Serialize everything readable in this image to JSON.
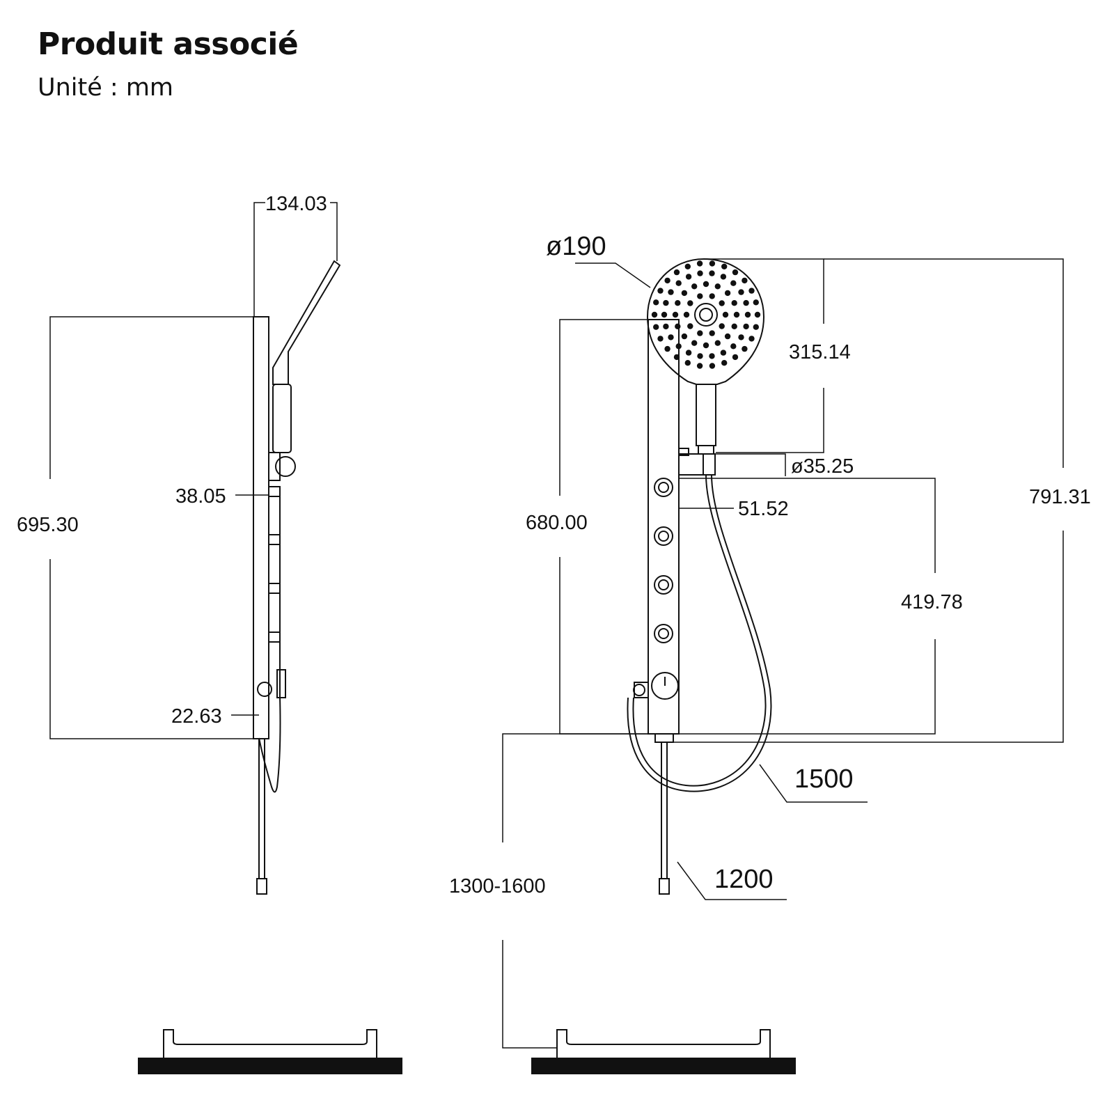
{
  "title": "Produit associé",
  "unit": "Unité : mm",
  "dimensions": {
    "side_top_width": "134.03",
    "side_height": "695.30",
    "side_nozzle": "38.05",
    "side_bottom": "22.63",
    "head_diameter": "ø190",
    "head_height": "315.14",
    "panel_height": "680.00",
    "holder_diameter": "ø35.25",
    "panel_width": "51.52",
    "total_height": "791.31",
    "jets_span": "419.78",
    "hose_length": "1500",
    "pipe_length": "1200",
    "install_height": "1300-1600"
  }
}
